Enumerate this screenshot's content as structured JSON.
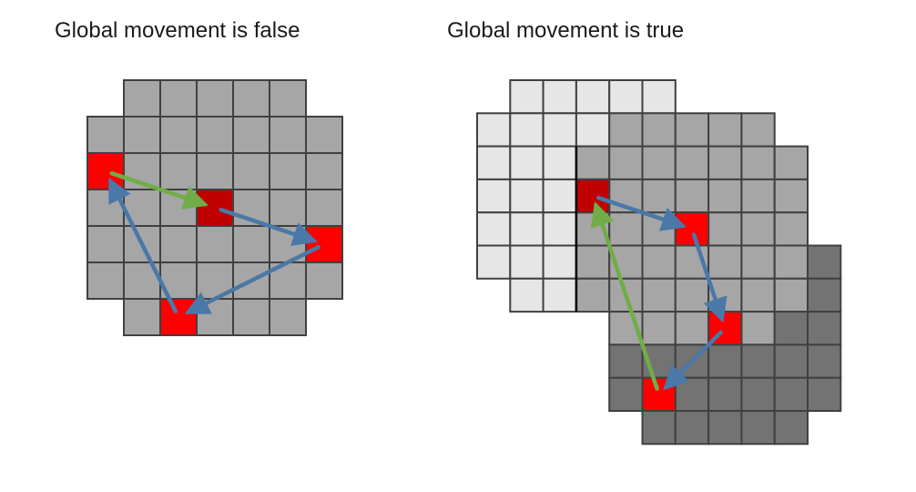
{
  "panels": {
    "left": {
      "title": "Global movement is false"
    },
    "right": {
      "title": "Global movement is true"
    }
  },
  "colors": {
    "cell_gray": "#a6a6a6",
    "cell_light": "#e6e6e6",
    "cell_dark": "#737373",
    "cell_border": "#404040",
    "active_red": "#ff0000",
    "start_dark_red": "#c00000",
    "path_blue": "#4a78a8",
    "start_arrow_green": "#70ad47"
  },
  "diagrams": {
    "left": {
      "cells": {
        "gray": [
          [
            1,
            0
          ],
          [
            2,
            0
          ],
          [
            3,
            0
          ],
          [
            4,
            0
          ],
          [
            5,
            0
          ],
          [
            0,
            1
          ],
          [
            1,
            1
          ],
          [
            2,
            1
          ],
          [
            3,
            1
          ],
          [
            4,
            1
          ],
          [
            5,
            1
          ],
          [
            6,
            1
          ],
          [
            0,
            2
          ],
          [
            1,
            2
          ],
          [
            2,
            2
          ],
          [
            3,
            2
          ],
          [
            4,
            2
          ],
          [
            5,
            2
          ],
          [
            6,
            2
          ],
          [
            0,
            3
          ],
          [
            1,
            3
          ],
          [
            2,
            3
          ],
          [
            3,
            3
          ],
          [
            4,
            3
          ],
          [
            5,
            3
          ],
          [
            6,
            3
          ],
          [
            0,
            4
          ],
          [
            1,
            4
          ],
          [
            2,
            4
          ],
          [
            3,
            4
          ],
          [
            4,
            4
          ],
          [
            5,
            4
          ],
          [
            6,
            4
          ],
          [
            0,
            5
          ],
          [
            1,
            5
          ],
          [
            2,
            5
          ],
          [
            3,
            5
          ],
          [
            4,
            5
          ],
          [
            5,
            5
          ],
          [
            6,
            5
          ],
          [
            1,
            6
          ],
          [
            2,
            6
          ],
          [
            3,
            6
          ],
          [
            4,
            6
          ],
          [
            5,
            6
          ]
        ],
        "light": [],
        "dark": []
      },
      "markers": {
        "red": [
          [
            0,
            2
          ],
          [
            6,
            4
          ],
          [
            2,
            6
          ]
        ],
        "dark_red": [
          [
            3,
            3
          ]
        ]
      },
      "green_arrows": [
        [
          [
            0,
            2
          ],
          [
            3,
            3
          ]
        ]
      ],
      "blue_arrows": [
        [
          [
            3,
            3
          ],
          [
            6,
            4
          ]
        ],
        [
          [
            6,
            4
          ],
          [
            2,
            6
          ]
        ],
        [
          [
            2,
            6
          ],
          [
            0,
            2
          ]
        ]
      ]
    },
    "right": {
      "cells": {
        "light": [
          [
            1,
            0
          ],
          [
            2,
            0
          ],
          [
            3,
            0
          ],
          [
            4,
            0
          ],
          [
            5,
            0
          ],
          [
            0,
            1
          ],
          [
            1,
            1
          ],
          [
            2,
            1
          ],
          [
            3,
            1
          ],
          [
            0,
            2
          ],
          [
            1,
            2
          ],
          [
            2,
            2
          ],
          [
            0,
            3
          ],
          [
            1,
            3
          ],
          [
            2,
            3
          ],
          [
            0,
            4
          ],
          [
            1,
            4
          ],
          [
            2,
            4
          ],
          [
            0,
            5
          ],
          [
            1,
            5
          ],
          [
            2,
            5
          ],
          [
            1,
            6
          ],
          [
            2,
            6
          ]
        ],
        "gray": [
          [
            4,
            1
          ],
          [
            5,
            1
          ],
          [
            6,
            1
          ],
          [
            7,
            1
          ],
          [
            8,
            1
          ],
          [
            3,
            2
          ],
          [
            4,
            2
          ],
          [
            5,
            2
          ],
          [
            6,
            2
          ],
          [
            7,
            2
          ],
          [
            8,
            2
          ],
          [
            9,
            2
          ],
          [
            3,
            3
          ],
          [
            4,
            3
          ],
          [
            5,
            3
          ],
          [
            6,
            3
          ],
          [
            7,
            3
          ],
          [
            8,
            3
          ],
          [
            9,
            3
          ],
          [
            3,
            4
          ],
          [
            4,
            4
          ],
          [
            5,
            4
          ],
          [
            6,
            4
          ],
          [
            7,
            4
          ],
          [
            8,
            4
          ],
          [
            9,
            4
          ],
          [
            3,
            5
          ],
          [
            4,
            5
          ],
          [
            5,
            5
          ],
          [
            6,
            5
          ],
          [
            7,
            5
          ],
          [
            8,
            5
          ],
          [
            9,
            5
          ],
          [
            3,
            6
          ],
          [
            4,
            6
          ],
          [
            5,
            6
          ],
          [
            6,
            6
          ],
          [
            7,
            6
          ],
          [
            8,
            6
          ],
          [
            9,
            6
          ],
          [
            4,
            7
          ],
          [
            5,
            7
          ],
          [
            6,
            7
          ],
          [
            7,
            7
          ],
          [
            8,
            7
          ]
        ],
        "dark": [
          [
            10,
            5
          ],
          [
            10,
            6
          ],
          [
            9,
            7
          ],
          [
            10,
            7
          ],
          [
            4,
            8
          ],
          [
            5,
            8
          ],
          [
            6,
            8
          ],
          [
            7,
            8
          ],
          [
            8,
            8
          ],
          [
            9,
            8
          ],
          [
            10,
            8
          ],
          [
            4,
            9
          ],
          [
            5,
            9
          ],
          [
            6,
            9
          ],
          [
            7,
            9
          ],
          [
            8,
            9
          ],
          [
            9,
            9
          ],
          [
            10,
            9
          ],
          [
            5,
            10
          ],
          [
            6,
            10
          ],
          [
            7,
            10
          ],
          [
            8,
            10
          ],
          [
            9,
            10
          ]
        ]
      },
      "markers": {
        "red": [
          [
            6,
            4
          ],
          [
            7,
            7
          ],
          [
            5,
            9
          ]
        ],
        "dark_red": [
          [
            3,
            3
          ]
        ]
      },
      "green_arrows": [
        [
          [
            5,
            9
          ],
          [
            3,
            3
          ]
        ]
      ],
      "blue_arrows": [
        [
          [
            3,
            3
          ],
          [
            6,
            4
          ]
        ],
        [
          [
            6,
            4
          ],
          [
            7,
            7
          ]
        ],
        [
          [
            7,
            7
          ],
          [
            5,
            9
          ]
        ]
      ]
    }
  }
}
